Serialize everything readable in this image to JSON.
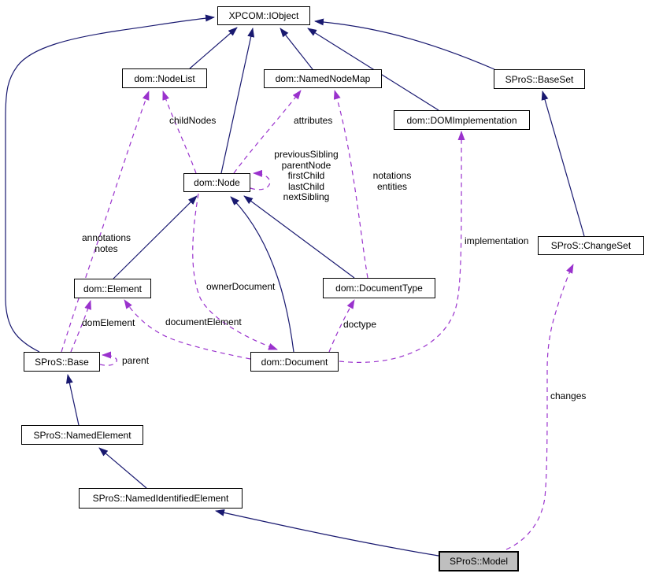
{
  "diagram": {
    "type": "collaboration-graph",
    "colors": {
      "inheritance_edge": "#191970",
      "usage_edge": "#9a32cd",
      "node_background": "#ffffff",
      "node_border": "#000000",
      "selected_node_background": "#bfbfbf",
      "label_text": "#000000"
    },
    "nodes": {
      "iobject": {
        "label": "XPCOM::IObject"
      },
      "nodelist": {
        "label": "dom::NodeList"
      },
      "namednodemap": {
        "label": "dom::NamedNodeMap"
      },
      "baseset": {
        "label": "SProS::BaseSet"
      },
      "domimplementation": {
        "label": "dom::DOMImplementation"
      },
      "node": {
        "label": "dom::Node"
      },
      "changeset": {
        "label": "SProS::ChangeSet"
      },
      "element": {
        "label": "dom::Element"
      },
      "documenttype": {
        "label": "dom::DocumentType"
      },
      "base": {
        "label": "SProS::Base"
      },
      "document": {
        "label": "dom::Document"
      },
      "namedelement": {
        "label": "SProS::NamedElement"
      },
      "namedidentifiedelement": {
        "label": "SProS::NamedIdentifiedElement"
      },
      "model": {
        "label": "SProS::Model",
        "selected": true
      }
    },
    "inheritance": [
      {
        "from": "dom::NodeList",
        "to": "XPCOM::IObject"
      },
      {
        "from": "dom::Node",
        "to": "XPCOM::IObject"
      },
      {
        "from": "dom::NamedNodeMap",
        "to": "XPCOM::IObject"
      },
      {
        "from": "dom::DOMImplementation",
        "to": "XPCOM::IObject"
      },
      {
        "from": "SProS::BaseSet",
        "to": "XPCOM::IObject"
      },
      {
        "from": "SProS::Base",
        "to": "XPCOM::IObject"
      },
      {
        "from": "dom::Element",
        "to": "dom::Node"
      },
      {
        "from": "dom::Document",
        "to": "dom::Node"
      },
      {
        "from": "dom::DocumentType",
        "to": "dom::Node"
      },
      {
        "from": "SProS::ChangeSet",
        "to": "SProS::BaseSet"
      },
      {
        "from": "SProS::NamedElement",
        "to": "SProS::Base"
      },
      {
        "from": "SProS::NamedIdentifiedElement",
        "to": "SProS::NamedElement"
      },
      {
        "from": "SProS::Model",
        "to": "SProS::NamedIdentifiedElement"
      }
    ],
    "edges": {
      "childnodes": {
        "label": "childNodes",
        "from": "dom::Node",
        "to": "dom::NodeList"
      },
      "attributes": {
        "label": "attributes",
        "from": "dom::Node",
        "to": "dom::NamedNodeMap"
      },
      "node_self": {
        "lines": [
          "previousSibling",
          "parentNode",
          "firstChild",
          "lastChild",
          "nextSibling"
        ],
        "from": "dom::Node",
        "to": "dom::Node"
      },
      "notations_entities": {
        "lines": [
          "notations",
          "entities"
        ],
        "from": "dom::DocumentType",
        "to": "dom::NamedNodeMap"
      },
      "annotations_notes": {
        "lines": [
          "annotations",
          "notes"
        ],
        "from": "SProS::Base",
        "to": "dom::NodeList"
      },
      "domelement": {
        "label": "domElement",
        "from": "SProS::Base",
        "to": "dom::Element"
      },
      "documentelement": {
        "label": "documentElement",
        "from": "dom::Document",
        "to": "dom::Element"
      },
      "ownerdocument": {
        "label": "ownerDocument",
        "from": "dom::Node",
        "to": "dom::Document"
      },
      "doctype": {
        "label": "doctype",
        "from": "dom::Document",
        "to": "dom::DocumentType"
      },
      "implementation": {
        "label": "implementation",
        "from": "dom::Document",
        "to": "dom::DOMImplementation"
      },
      "parent": {
        "label": "parent",
        "from": "SProS::Base",
        "to": "SProS::Base"
      },
      "changes": {
        "label": "changes",
        "from": "SProS::Model",
        "to": "SProS::ChangeSet"
      }
    }
  }
}
